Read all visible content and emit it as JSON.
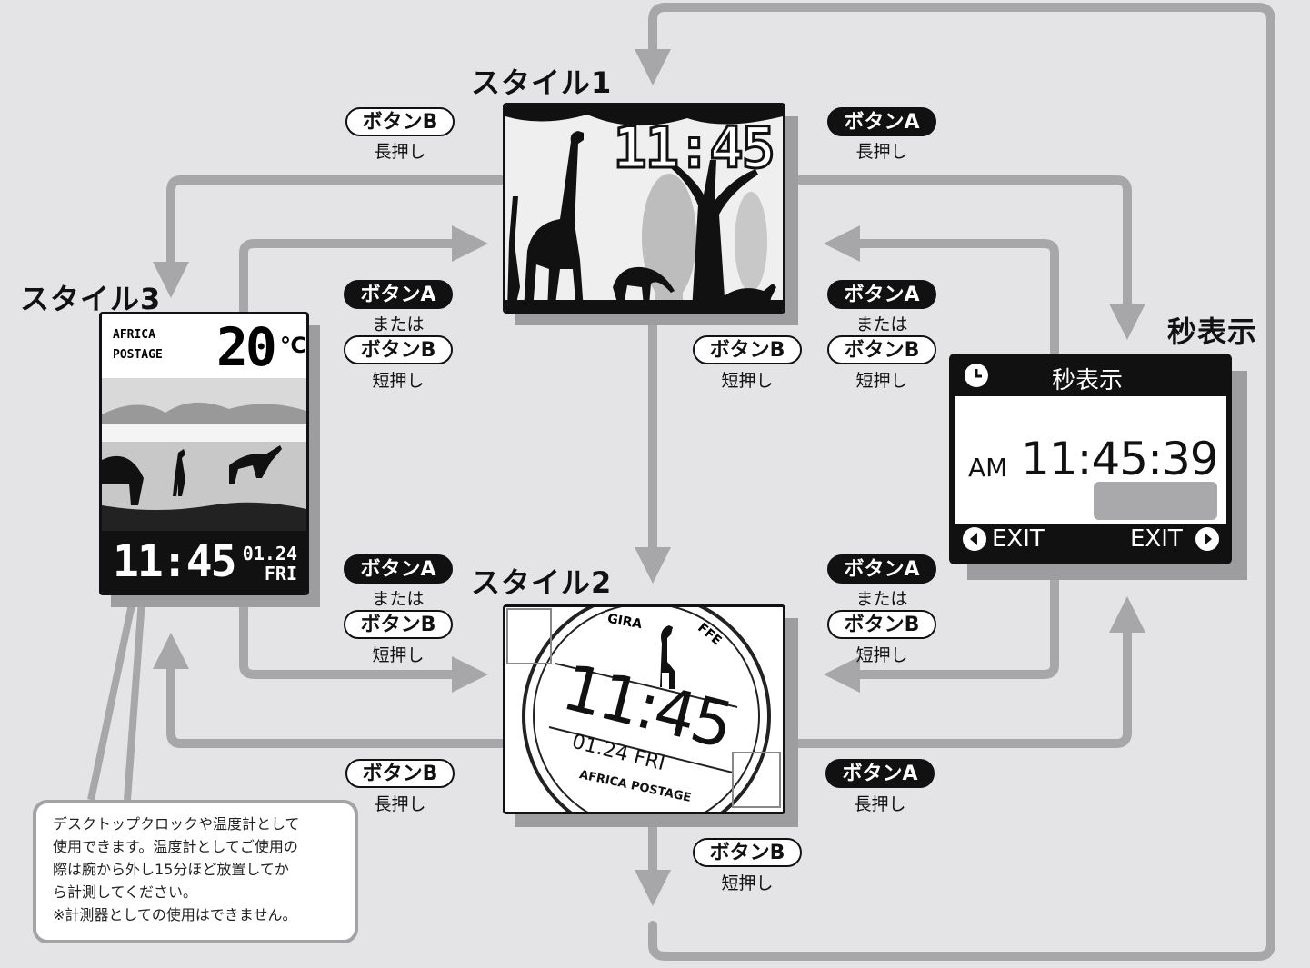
{
  "styles": {
    "style1": {
      "title": "スタイル1",
      "time": "11:45"
    },
    "style2": {
      "title": "スタイル2",
      "time": "11:45",
      "date": "01.24 FRI",
      "ring_top": "GIRA",
      "ring_top2": "FFE",
      "ring_bottom": "AFRICA POSTAGE"
    },
    "style3": {
      "title": "スタイル3",
      "brand_line1": "AFRICA",
      "brand_line2": "POSTAGE",
      "temp": "20",
      "temp_unit": "℃",
      "time": "11:45",
      "date": "01.24",
      "day": "FRI"
    },
    "seconds": {
      "title": "秒表示",
      "header": "秒表示",
      "ampm": "AM",
      "time": "11:45:39",
      "exit_left": "EXIT",
      "exit_right": "EXIT"
    }
  },
  "buttons": {
    "a": "ボタンA",
    "b": "ボタンB",
    "long": "長押し",
    "short": "短押し",
    "or": "または"
  },
  "callout": {
    "lines": [
      "デスクトップクロックや温度計として",
      "使用できます。温度計としてご使用の",
      "際は腕から外し15分ほど放置してか",
      "ら計測してください。",
      "※計測器としての使用はできません。"
    ]
  },
  "colors": {
    "arrow": "#a7a7a9",
    "background": "#e4e4e6",
    "ink": "#111111"
  }
}
